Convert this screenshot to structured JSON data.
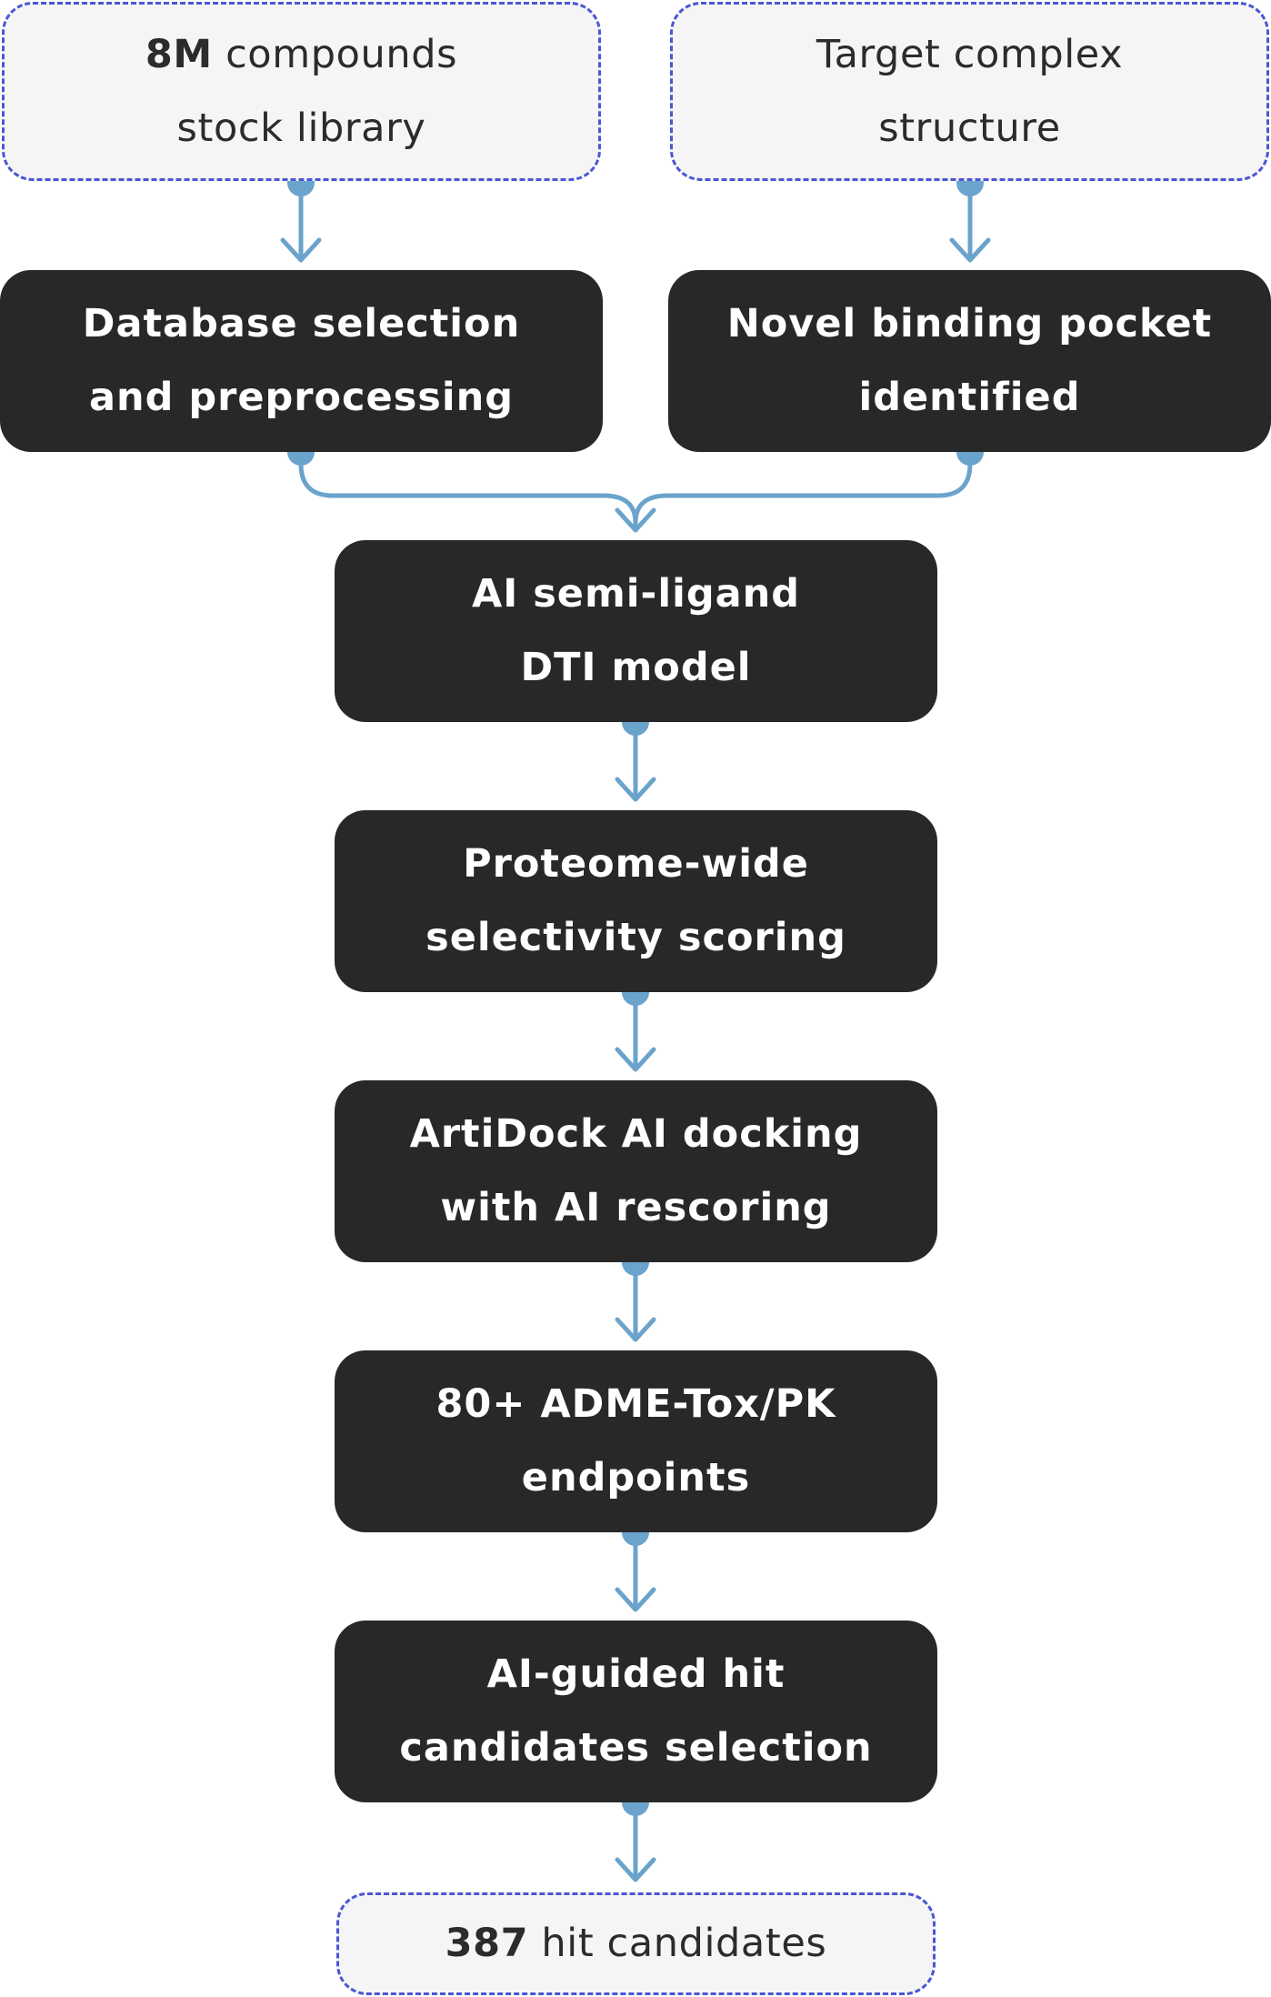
{
  "diagram": {
    "inputs": {
      "library": {
        "count": "8M",
        "text_rest": " compounds",
        "line2": "stock library"
      },
      "target": {
        "line1": "Target complex",
        "line2": "structure"
      }
    },
    "steps": {
      "database": {
        "line1": "Database selection",
        "line2": "and preprocessing"
      },
      "pocket": {
        "line1": "Novel binding pocket",
        "line2": "identified"
      },
      "dti": {
        "line1": "AI semi-ligand",
        "line2": "DTI model"
      },
      "selectivity": {
        "line1": "Proteome-wide",
        "line2": "selectivity scoring"
      },
      "docking": {
        "line1": "ArtiDock AI docking",
        "line2": "with AI rescoring"
      },
      "adme": {
        "line1": "80+ ADME-Tox/PK",
        "line2": "endpoints"
      },
      "selection": {
        "line1": "AI-guided hit",
        "line2": "candidates selection"
      }
    },
    "output": {
      "count": "387",
      "text_rest": " hit candidates"
    },
    "colors": {
      "process_fill": "#282828",
      "input_fill": "#f5f5f5",
      "dashed_border": "#4a56d4",
      "connector": "#6aa3cc"
    }
  }
}
